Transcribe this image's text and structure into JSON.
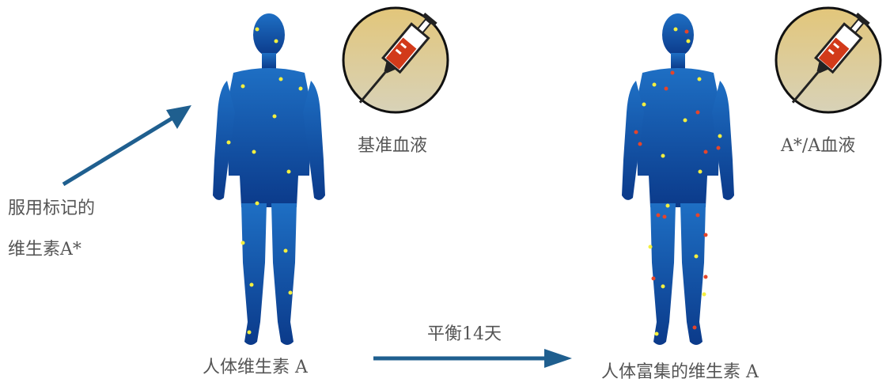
{
  "labels": {
    "ingest": [
      "服用标记的",
      "维生素A*"
    ],
    "baseline_blood": "基准血液",
    "labeled_blood": "A*/A血液",
    "body_vitamin": "人体维生素 A",
    "body_enriched": "人体富集的维生素 A",
    "equilibrium": "平衡14天"
  },
  "colors": {
    "arrow": "#1f5f8f",
    "body_top": "#1e6fc4",
    "body_bottom": "#0b3a8a",
    "dot_yellow": "#f3ef3f",
    "dot_red": "#e5452a",
    "syringe_red": "#d23a1a",
    "circle_gold": "#e2c67a"
  },
  "icons": [
    "human-silhouette",
    "syringe-icon",
    "arrow"
  ]
}
